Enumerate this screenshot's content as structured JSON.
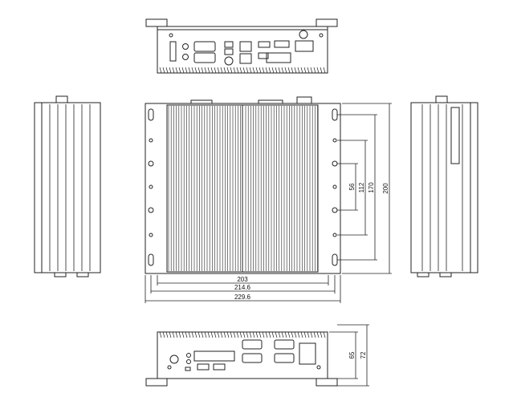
{
  "views": [
    "rear-view",
    "left-side-view",
    "top-view",
    "right-side-view",
    "front-view"
  ],
  "dimensions": {
    "width_203": "203",
    "width_214_6": "214.6",
    "width_229_6": "229.6",
    "height_56": "56",
    "height_112": "112",
    "height_170": "170",
    "height_200": "200",
    "front_height_65": "65",
    "front_height_72": "72"
  },
  "colors": {
    "line": "#222222",
    "background": "#ffffff"
  }
}
